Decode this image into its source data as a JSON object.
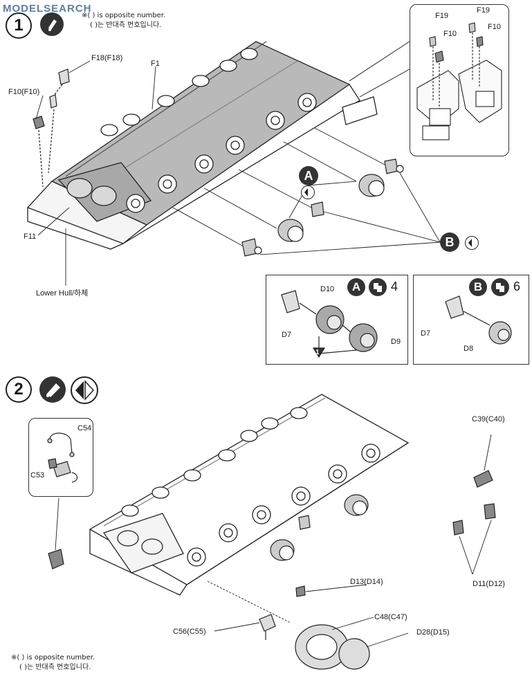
{
  "watermark": "ModelSearch",
  "notes": {
    "top_line1": "※( ) is opposite number.",
    "top_line2": "( )는 반대측 번호입니다.",
    "bottom_line1": "※( ) is opposite number.",
    "bottom_line2": "( )는 반대측 번호입니다."
  },
  "step1": {
    "number": "1",
    "labels": {
      "f18": "F18(F18)",
      "f1": "F1",
      "f10": "F10(F10)",
      "f11": "F11",
      "lower_hull": "Lower Hull/하체",
      "inset_f19a": "F19",
      "inset_f19b": "F19",
      "inset_f10a": "F10",
      "inset_f10b": "F10"
    },
    "callout_a": "A",
    "callout_b": "B",
    "box_a": {
      "letter": "A",
      "count": "4",
      "d10": "D10",
      "d7": "D7",
      "d9": "D9",
      "marker": "1"
    },
    "box_b": {
      "letter": "B",
      "count": "6",
      "d7": "D7",
      "d8": "D8"
    }
  },
  "step2": {
    "number": "2",
    "labels": {
      "c54": "C54",
      "c53": "C53",
      "c39": "C39(C40)",
      "d11": "D11(D12)",
      "d13": "D13(D14)",
      "c48": "C48(C47)",
      "c56": "C56(C55)",
      "d28": "D28(D15)"
    }
  }
}
